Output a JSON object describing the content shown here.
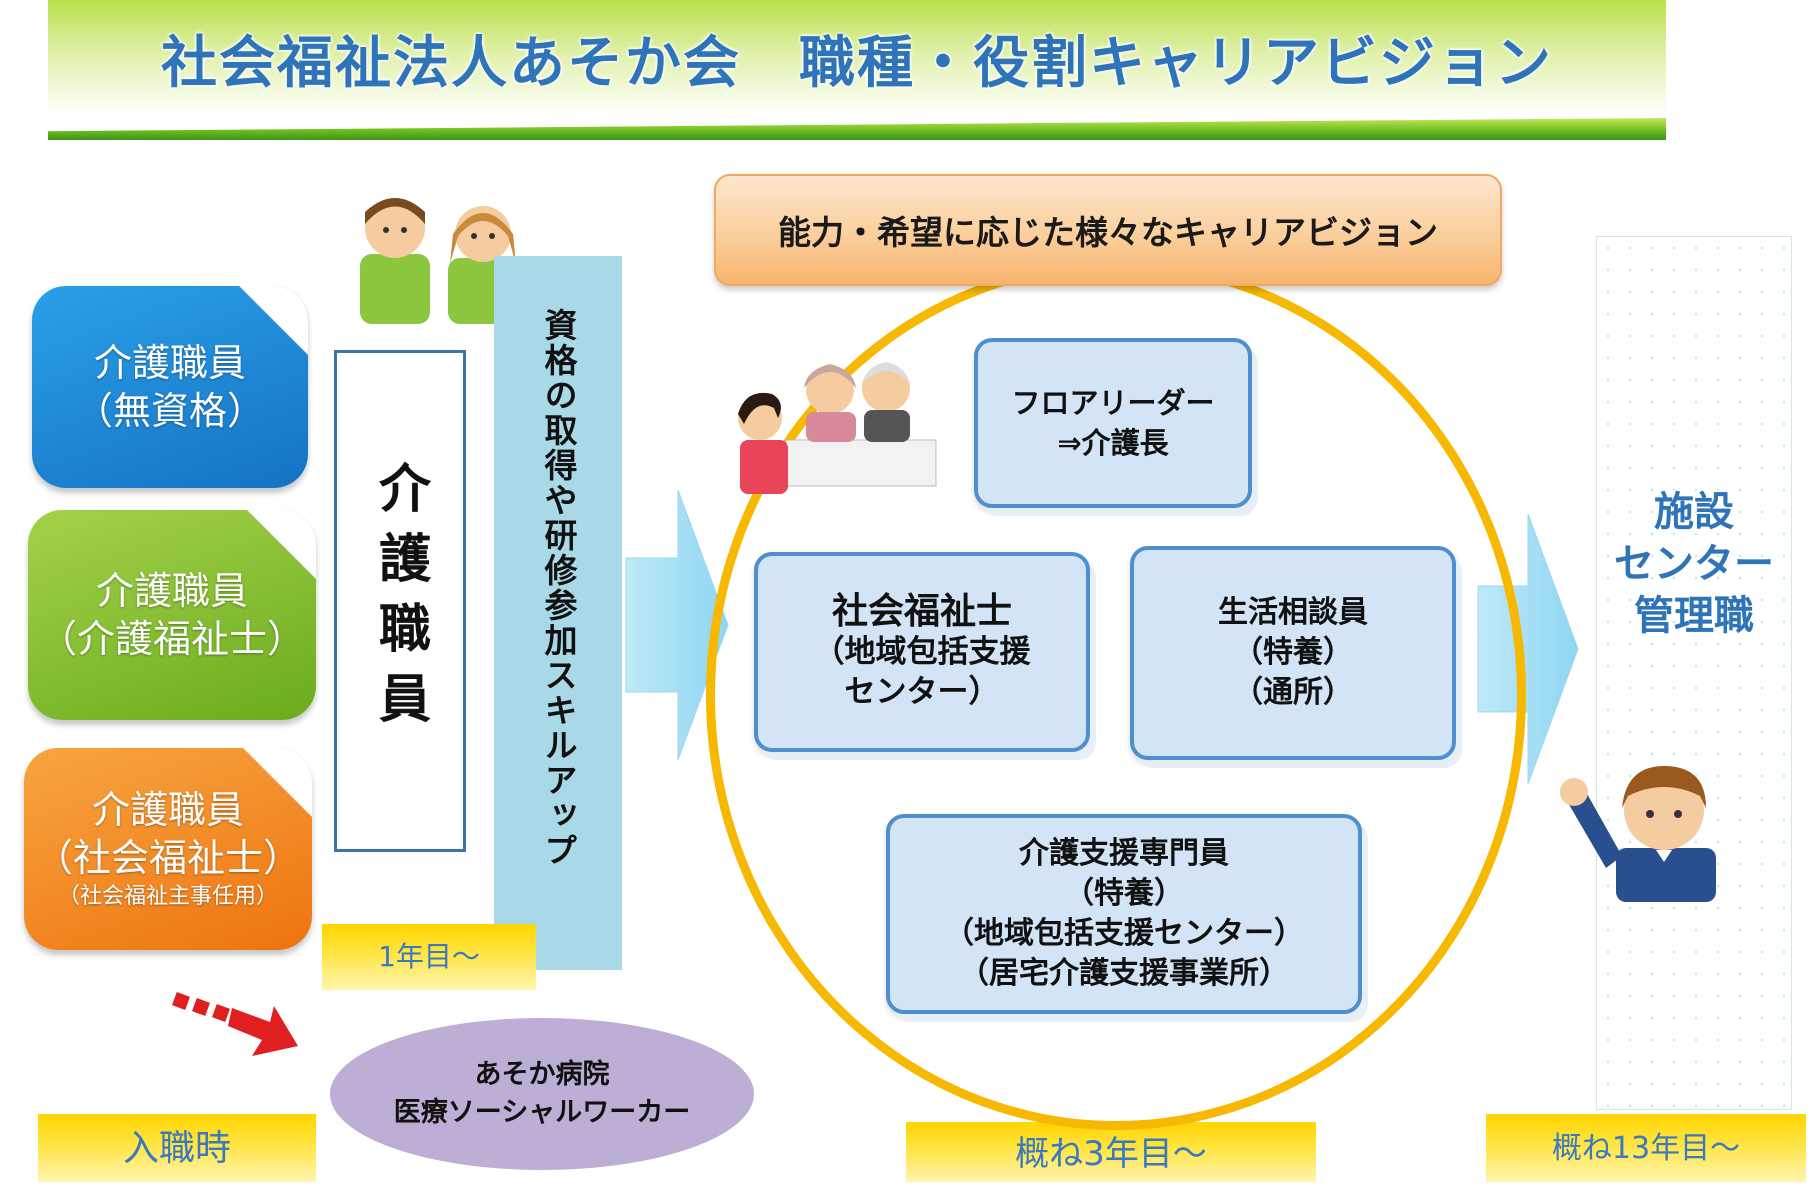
{
  "header": {
    "title": "社会福祉法人あそか会　職種・役割キャリアビジョン"
  },
  "left_cards": [
    {
      "line1": "介護職員",
      "line2": "（無資格）",
      "line3": "",
      "color": "#1b86d6"
    },
    {
      "line1": "介護職員",
      "line2": "（介護福祉士）",
      "line3": "",
      "color": "#86bf2c"
    },
    {
      "line1": "介護職員",
      "line2": "（社会福祉士）",
      "line3": "（社会福祉主事任用）",
      "color": "#f28a1e"
    }
  ],
  "kaigo_box": {
    "text": "介護職員"
  },
  "skill_column": {
    "text": "資格の取得や研修参加スキルアップ"
  },
  "labels": {
    "year1": "1年目～",
    "entry": "入職時",
    "year3": "概ね3年目～",
    "year13": "概ね13年目～"
  },
  "vision_header": {
    "text": "能力・希望に応じた様々なキャリアビジョン"
  },
  "roles": {
    "floor": {
      "line1": "フロアリーダー",
      "line2": "⇒介護長"
    },
    "social_worker": {
      "line1": "社会福祉士",
      "line2": "（地域包括支援",
      "line3": "センター）"
    },
    "life_consultant": {
      "line1": "生活相談員",
      "line2": "（特養）",
      "line3": "（通所）"
    },
    "care_manager": {
      "line1": "介護支援専門員",
      "line2": "（特養）",
      "line3": "（地域包括支援センター）",
      "line4": "（居宅介護支援事業所）"
    }
  },
  "manager": {
    "line1": "施設",
    "line2": "センター",
    "line3": "管理職"
  },
  "hospital": {
    "line1": "あそか病院",
    "line2": "医療ソーシャルワーカー"
  },
  "colors": {
    "accent_blue": "#2f74b8",
    "circle": "#f6b800",
    "role_border": "#4f8fd0",
    "ellipse": "#bcaed4"
  }
}
